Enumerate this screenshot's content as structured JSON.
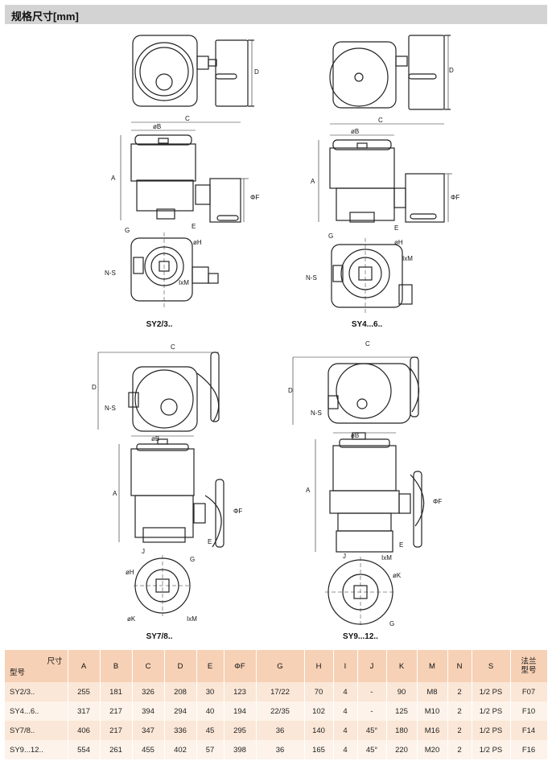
{
  "header": {
    "title": "规格尺寸[mm]"
  },
  "drawings": [
    {
      "caption": "SY2/3.."
    },
    {
      "caption": "SY4...6.."
    },
    {
      "caption": "SY7/8.."
    },
    {
      "caption": "SY9...12.."
    }
  ],
  "dims": {
    "A": "A",
    "C": "C",
    "D": "D",
    "E": "E",
    "F": "ΦF",
    "B": "øB",
    "G": "G",
    "H": "øH",
    "K": "øK",
    "J": "J",
    "M": "IxM",
    "NS": "N-S"
  },
  "table": {
    "corner_top": "尺寸",
    "corner_bottom": "型号",
    "columns": [
      "A",
      "B",
      "C",
      "D",
      "E",
      "ΦF",
      "G",
      "H",
      "I",
      "J",
      "K",
      "M",
      "N",
      "S"
    ],
    "last_column": [
      "法兰",
      "型号"
    ],
    "rows": [
      [
        "SY2/3..",
        "255",
        "181",
        "326",
        "208",
        "30",
        "123",
        "17/22",
        "70",
        "4",
        "-",
        "90",
        "M8",
        "2",
        "1/2 PS",
        "F07"
      ],
      [
        "SY4...6..",
        "317",
        "217",
        "394",
        "294",
        "40",
        "194",
        "22/35",
        "102",
        "4",
        "-",
        "125",
        "M10",
        "2",
        "1/2 PS",
        "F10"
      ],
      [
        "SY7/8..",
        "406",
        "217",
        "347",
        "336",
        "45",
        "295",
        "36",
        "140",
        "4",
        "45°",
        "180",
        "M16",
        "2",
        "1/2 PS",
        "F14"
      ],
      [
        "SY9...12..",
        "554",
        "261",
        "455",
        "402",
        "57",
        "398",
        "36",
        "165",
        "4",
        "45°",
        "220",
        "M20",
        "2",
        "1/2 PS",
        "F16"
      ]
    ]
  }
}
